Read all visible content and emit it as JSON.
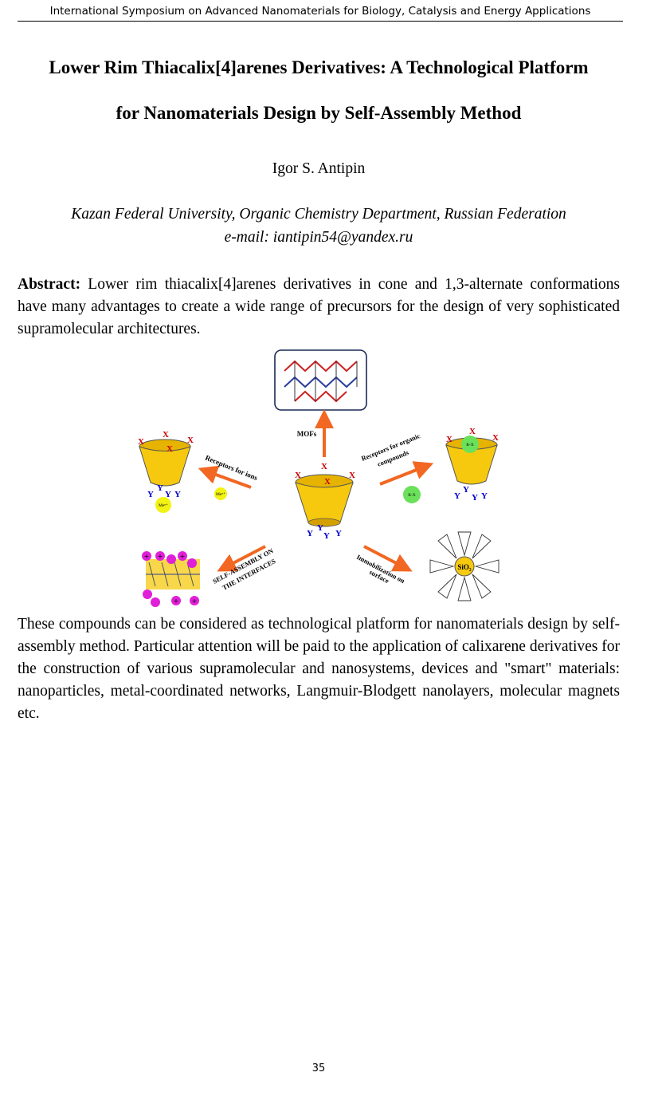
{
  "header": "International Symposium on Advanced Nanomaterials for Biology, Catalysis and Energy Applications",
  "title_line1": "Lower Rim Thiacalix[4]arenes Derivatives: A Technological Platform",
  "title_line2": "for Nanomaterials Design by Self-Assembly Method",
  "author": "Igor S. Antipin",
  "affiliation": "Kazan Federal University, Organic Chemistry Department, Russian Federation",
  "email": "e-mail: iantipin54@yandex.ru",
  "abstract_label": "Abstract:",
  "abstract_text": " Lower rim thiacalix[4]arenes derivatives in cone and 1,3-alternate conformations have many advantages to create a wide range of precursors for the design of very sophisticated supramolecular architectures.",
  "body_text": "These compounds can be considered as technological platform for nanomaterials design by self-assembly method. Particular attention will be paid to the application of calixarene derivatives for the construction of various supramolecular and nanosystems, devices and \"smart\" materials: nanoparticles, metal-coordinated networks, Langmuir-Blodgett nanolayers, molecular magnets etc.",
  "figure": {
    "label_mofs": "MOFs",
    "label_ions": "Receptors for ions",
    "label_organic_1": "Receptors for organic",
    "label_organic_2": "compounds",
    "label_self_1": "SELF-ASSEMBLY ON",
    "label_self_2": "THE INTERFACES",
    "label_immob_1": "Immobilization on",
    "label_immob_2": "surface",
    "x": "X",
    "y": "Y",
    "metal": "Meⁿ⁺",
    "rx": "R-X",
    "sio2": "SiO₂",
    "plus": "+",
    "colors": {
      "cone": "#f6c90e",
      "arrow": "#f26722",
      "x": "#cc0000",
      "y": "#0000cc",
      "metal": "#f2f213",
      "rx": "#6be05a",
      "charge": "#e020d8"
    }
  },
  "page_number": "35"
}
